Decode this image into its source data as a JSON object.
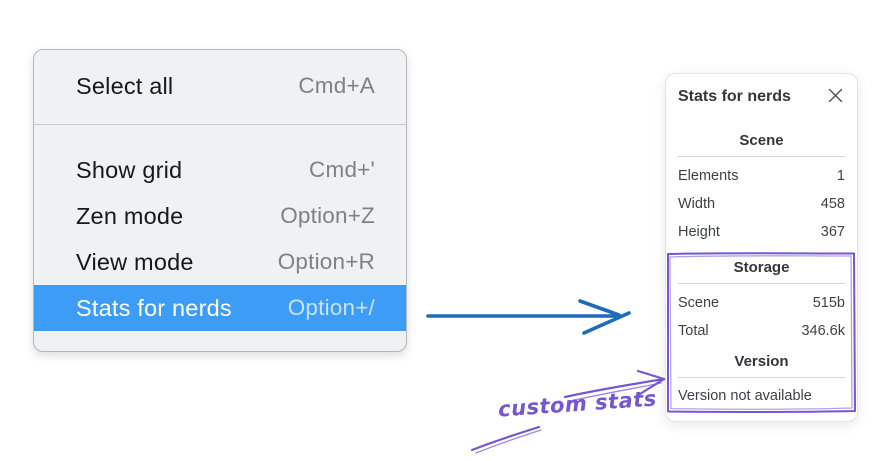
{
  "colors": {
    "highlight_blue": "#3d9df6",
    "arrow_blue": "#1e6bb8",
    "annotation_purple": "#7456d3"
  },
  "context_menu": {
    "items": [
      {
        "label": "Select all",
        "shortcut": "Cmd+A",
        "selected": false
      },
      {
        "label": "Show grid",
        "shortcut": "Cmd+'",
        "selected": false
      },
      {
        "label": "Zen mode",
        "shortcut": "Option+Z",
        "selected": false
      },
      {
        "label": "View mode",
        "shortcut": "Option+R",
        "selected": false
      },
      {
        "label": "Stats for nerds",
        "shortcut": "Option+/",
        "selected": true
      }
    ]
  },
  "stats_panel": {
    "title": "Stats for nerds",
    "scene_section": {
      "heading": "Scene",
      "rows": [
        {
          "label": "Elements",
          "value": "1"
        },
        {
          "label": "Width",
          "value": "458"
        },
        {
          "label": "Height",
          "value": "367"
        }
      ]
    },
    "storage_section": {
      "heading": "Storage",
      "rows": [
        {
          "label": "Scene",
          "value": "515b"
        },
        {
          "label": "Total",
          "value": "346.6k"
        }
      ]
    },
    "version_section": {
      "heading": "Version",
      "note": "Version not available"
    }
  },
  "annotations": {
    "custom_stats_label": "custom stats"
  }
}
